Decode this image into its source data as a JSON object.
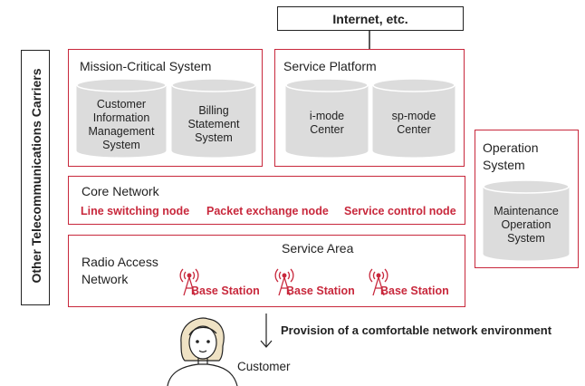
{
  "internet": "Internet, etc.",
  "other_carriers": "Other Telecommunications Carriers",
  "mission_critical": {
    "title": "Mission-Critical System",
    "cylinders": [
      "Customer\nInformation\nManagement\nSystem",
      "Billing\nStatement\nSystem"
    ]
  },
  "service_platform": {
    "title": "Service Platform",
    "cylinders": [
      "i-mode\nCenter",
      "sp-mode\nCenter"
    ]
  },
  "operation_system": {
    "title": "Operation\nSystem",
    "cylinder": "Maintenance\nOperation\nSystem"
  },
  "core_network": {
    "title": "Core Network",
    "nodes": [
      "Line switching node",
      "Packet exchange node",
      "Service control node"
    ]
  },
  "radio_access": {
    "title": "Radio Access\nNetwork",
    "service_area": "Service Area",
    "base_stations": [
      "Base Station",
      "Base Station",
      "Base Station"
    ]
  },
  "provision": "Provision of a comfortable network environment",
  "customer": "Customer",
  "colors": {
    "accent": "#c8283c",
    "cylinder_fill": "#dcdcdc",
    "line": "#222222"
  },
  "icons": [
    "antenna-icon",
    "person-icon",
    "down-arrow-icon"
  ]
}
